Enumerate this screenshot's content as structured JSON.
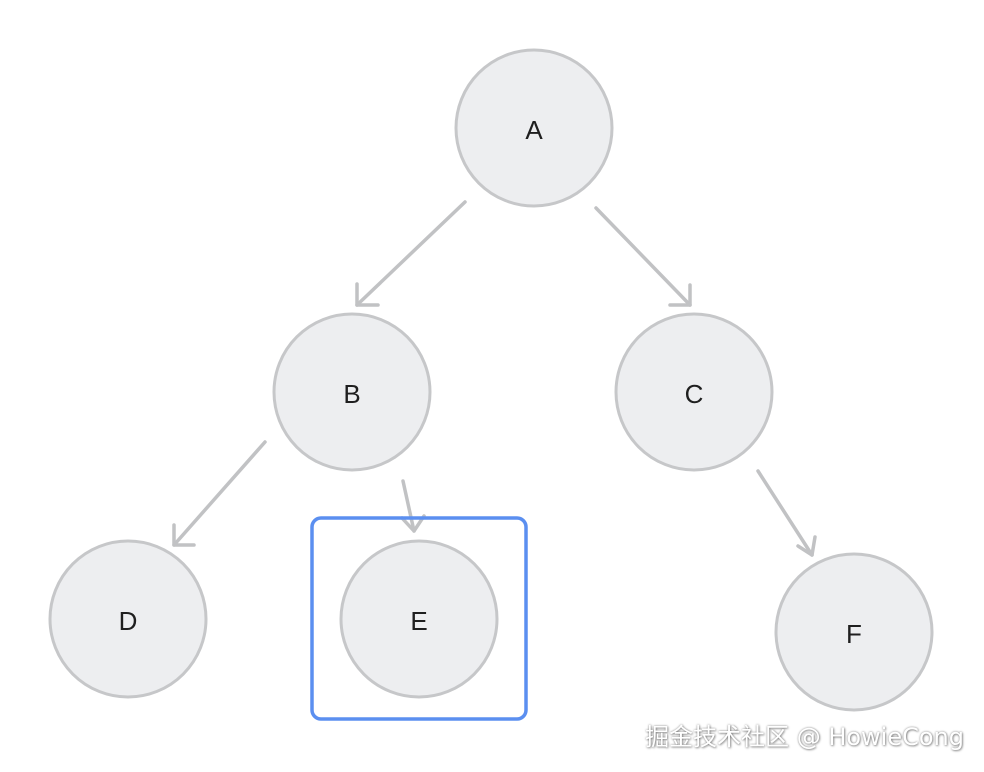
{
  "nodes": [
    {
      "id": "A",
      "label": "A"
    },
    {
      "id": "B",
      "label": "B"
    },
    {
      "id": "C",
      "label": "C"
    },
    {
      "id": "D",
      "label": "D"
    },
    {
      "id": "E",
      "label": "E"
    },
    {
      "id": "F",
      "label": "F"
    }
  ],
  "edges": [
    {
      "from": "A",
      "to": "B"
    },
    {
      "from": "A",
      "to": "C"
    },
    {
      "from": "B",
      "to": "D"
    },
    {
      "from": "B",
      "to": "E"
    },
    {
      "from": "C",
      "to": "F"
    }
  ],
  "highlighted_node": "E",
  "watermark": "掘金技术社区 @ HowieCong",
  "colors": {
    "node_fill": "#edeef0",
    "node_stroke": "#c6c7c9",
    "edge": "#c1c2c4",
    "highlight": "#5b8ff0"
  }
}
